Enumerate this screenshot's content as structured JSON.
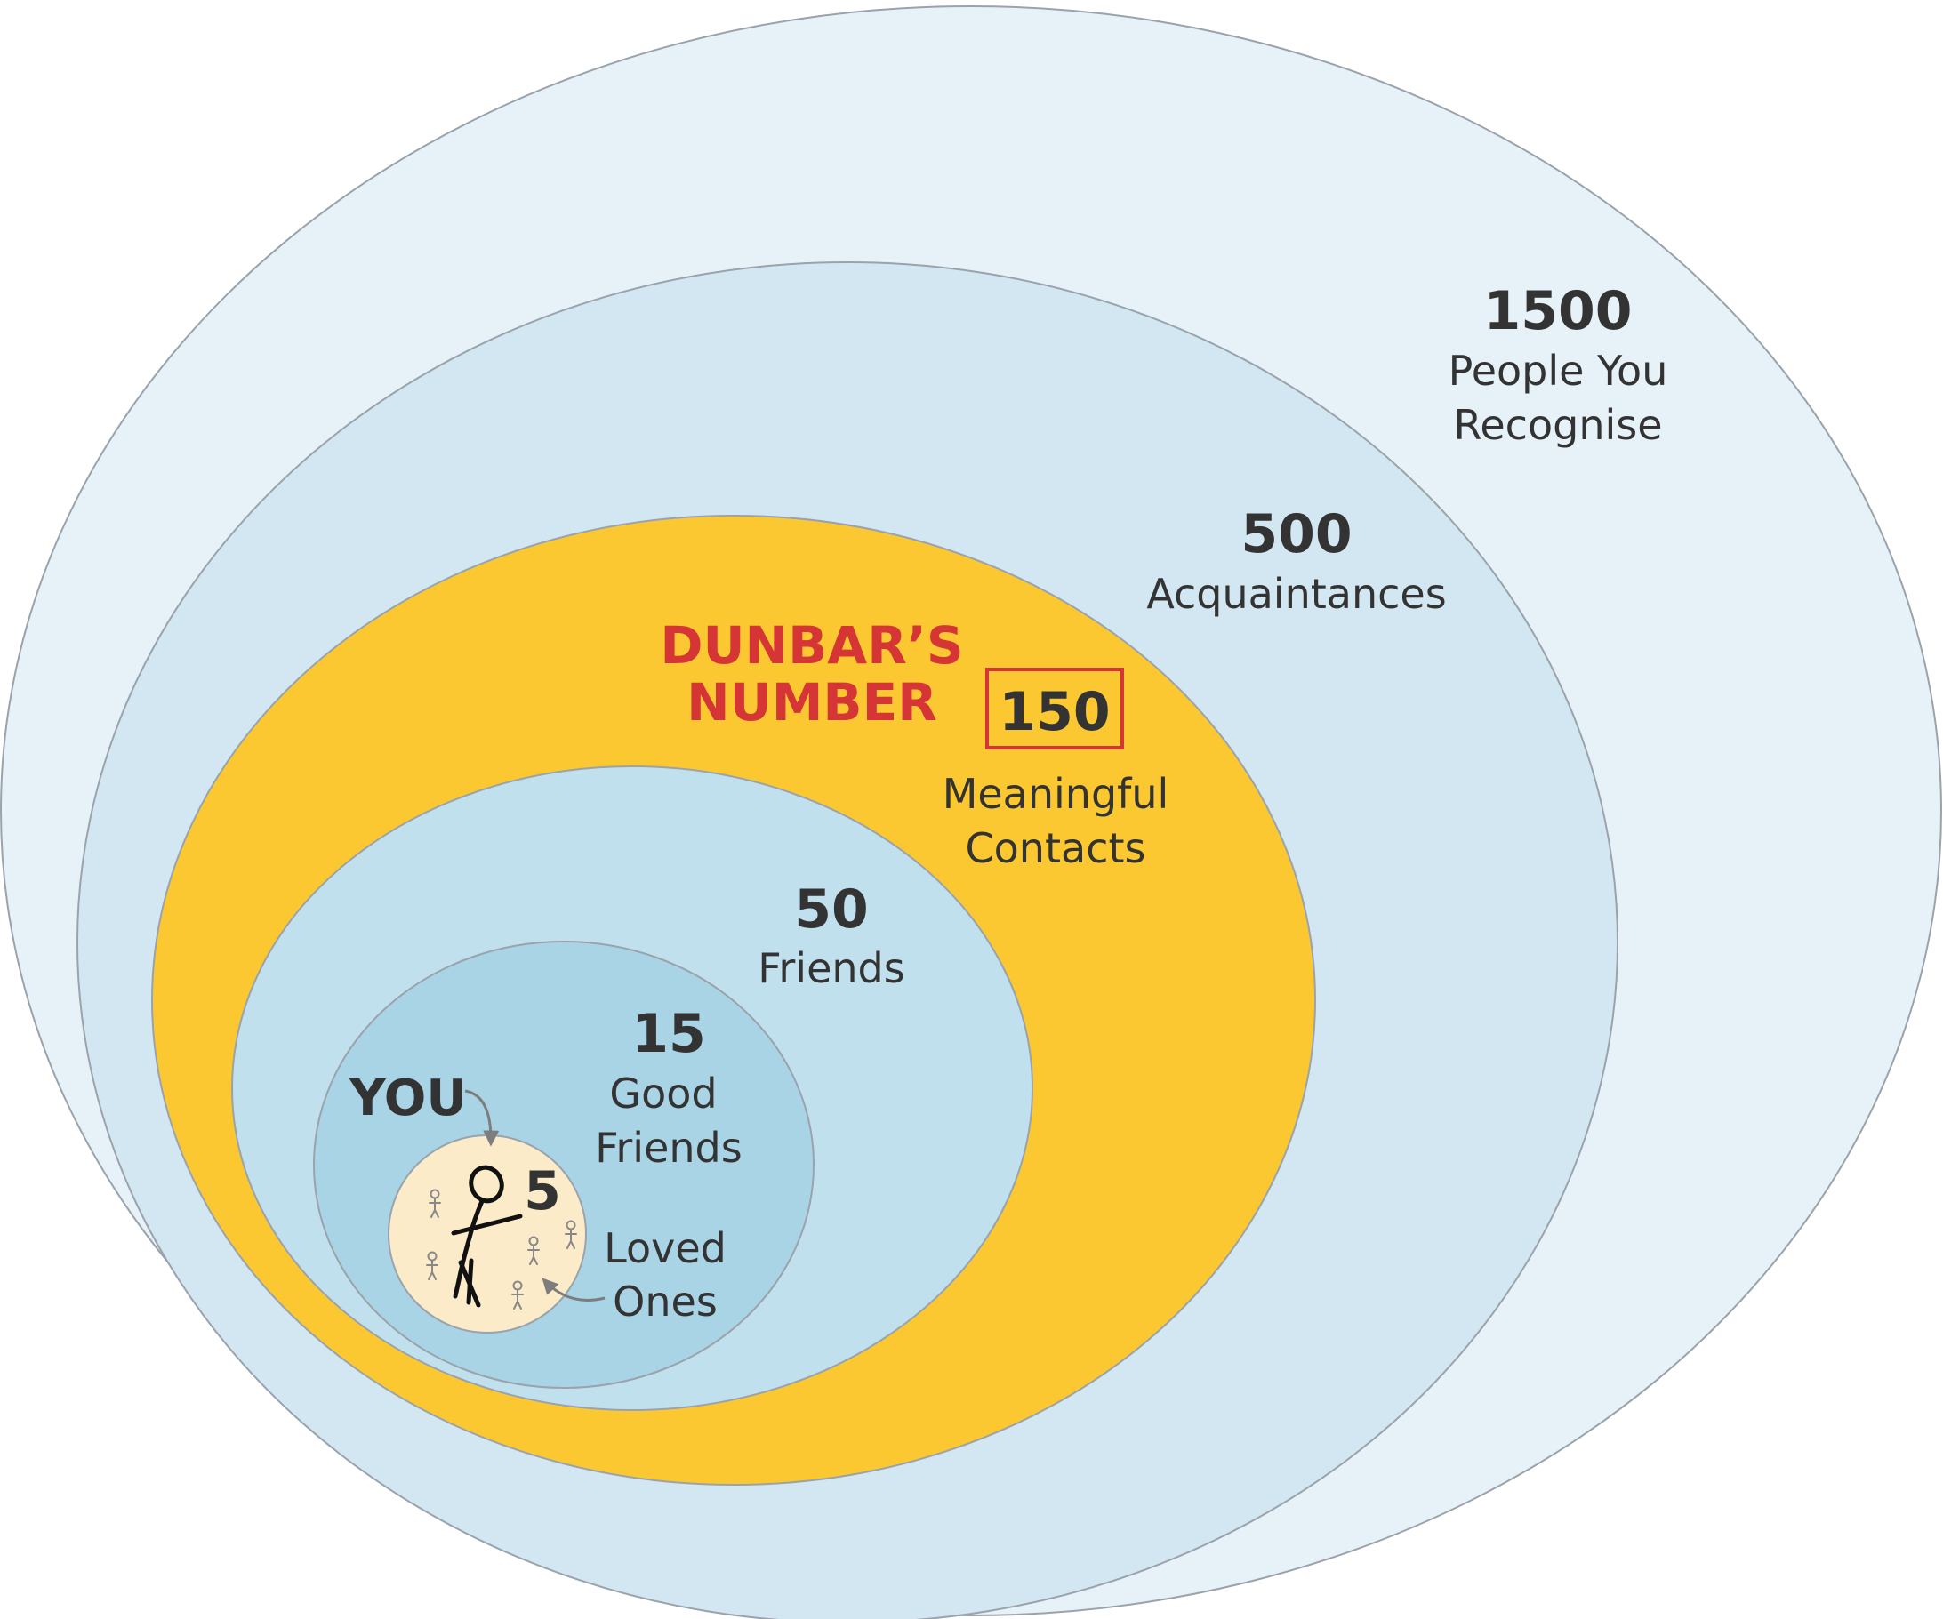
{
  "colors": {
    "ring_1500": "#e6f1f8",
    "ring_500": "#d3e7f2",
    "ring_150": "#fcc832",
    "ring_50": "#c0e0ee",
    "ring_15": "#a9d4e6",
    "ring_5": "#fbebc8",
    "outline": "#9aa3ab",
    "text": "#333333",
    "accent_red": "#d63535"
  },
  "rings": {
    "r1500": {
      "number": "1500",
      "line1": "People You",
      "line2": "Recognise"
    },
    "r500": {
      "number": "500",
      "line1": "Acquaintances"
    },
    "r150": {
      "title1": "DUNBAR’S",
      "title2": "NUMBER",
      "number": "150",
      "line1": "Meaningful",
      "line2": "Contacts"
    },
    "r50": {
      "number": "50",
      "line1": "Friends"
    },
    "r15": {
      "number": "15",
      "line1": "Good",
      "line2": "Friends"
    },
    "r5": {
      "you": "YOU",
      "number": "5",
      "line1": "Loved",
      "line2": "Ones"
    }
  },
  "icons": [
    "stick-figure-you-icon",
    "stick-figure-loved-one-icon",
    "arrow-icon"
  ]
}
